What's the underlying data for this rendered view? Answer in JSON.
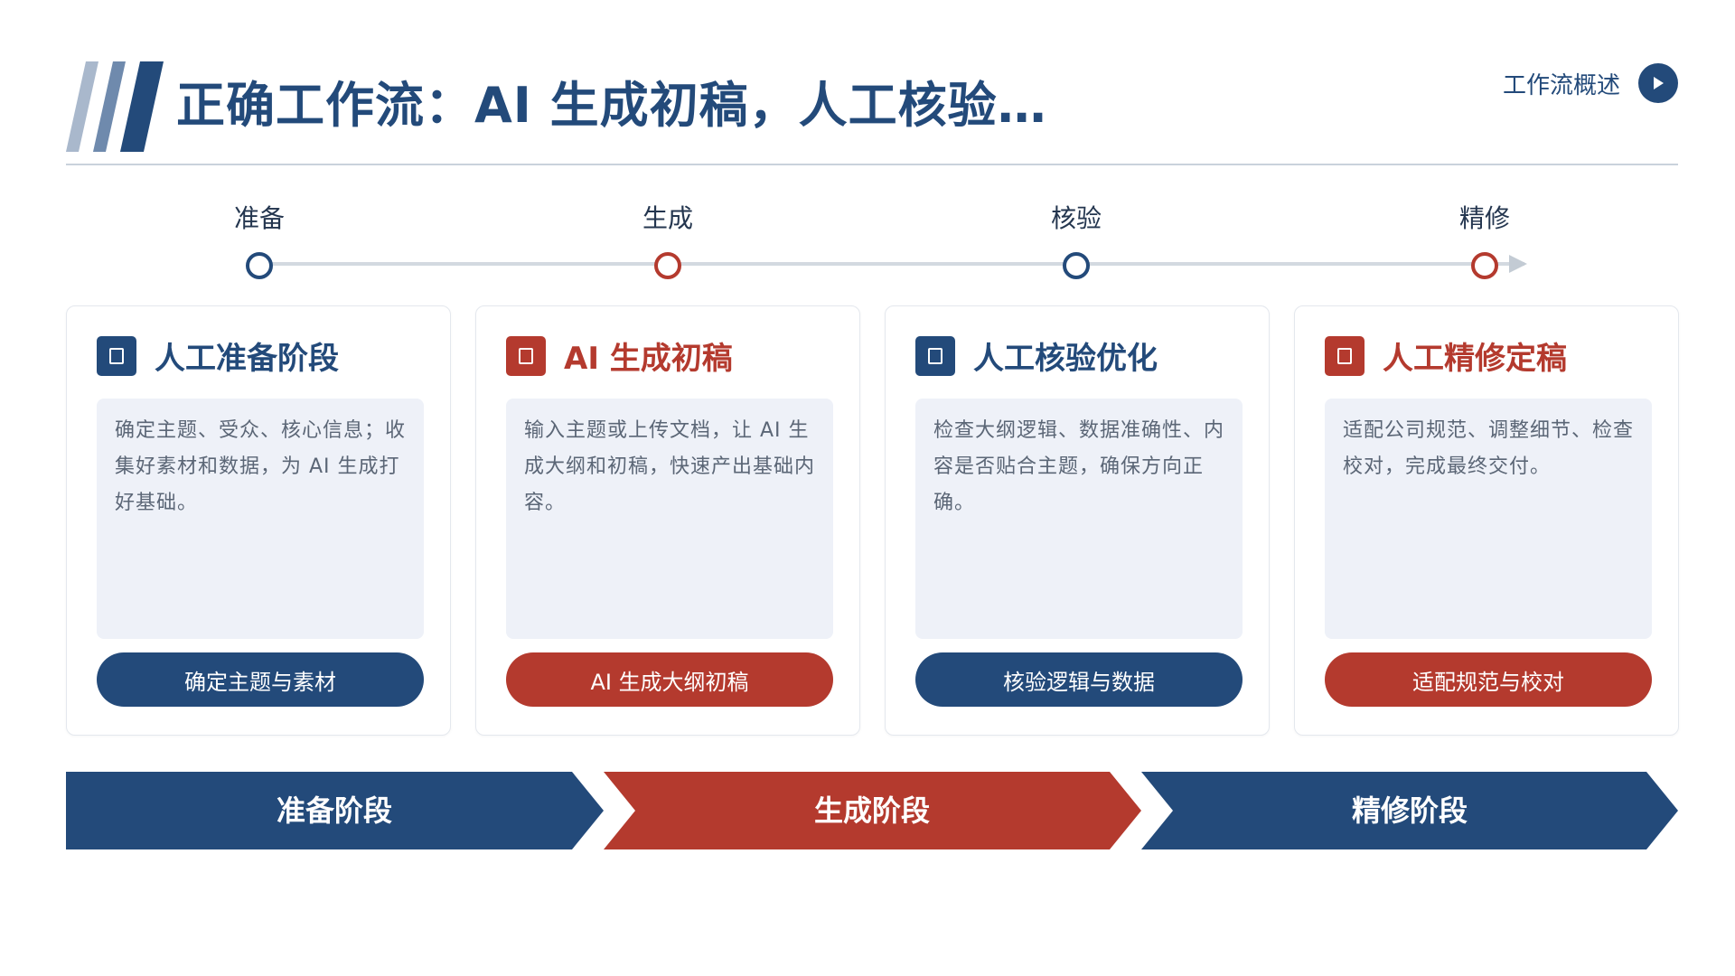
{
  "header": {
    "title": "正确工作流：AI 生成初稿，人工核验…",
    "nav_label": "工作流概述",
    "play_icon": "play-icon",
    "logo_colors": [
      "#a9b8cc",
      "#6f8aad",
      "#234a7a"
    ]
  },
  "colors": {
    "navy": "#234a7a",
    "red": "#b43a2e",
    "card_body_bg": "#eef1f8"
  },
  "timeline": {
    "steps": [
      {
        "label": "准备",
        "color": "navy"
      },
      {
        "label": "生成",
        "color": "red"
      },
      {
        "label": "核验",
        "color": "navy"
      },
      {
        "label": "精修",
        "color": "red"
      }
    ]
  },
  "cards": [
    {
      "title": "人工准备阶段",
      "color": "navy",
      "body": "确定主题、受众、核心信息；收集好素材和数据，为 AI 生成打好基础。",
      "button": "确定主题与素材"
    },
    {
      "title": "AI 生成初稿",
      "color": "red",
      "body": "输入主题或上传文档，让 AI 生成大纲和初稿，快速产出基础内容。",
      "button": "AI 生成大纲初稿"
    },
    {
      "title": "人工核验优化",
      "color": "navy",
      "body": "检查大纲逻辑、数据准确性、内容是否贴合主题，确保方向正确。",
      "button": "核验逻辑与数据"
    },
    {
      "title": "人工精修定稿",
      "color": "red",
      "body": "适配公司规范、调整细节、检查校对，完成最终交付。",
      "button": "适配规范与校对"
    }
  ],
  "phases": [
    {
      "label": "准备阶段",
      "color": "#234a7a"
    },
    {
      "label": "生成阶段",
      "color": "#b43a2e"
    },
    {
      "label": "精修阶段",
      "color": "#234a7a"
    }
  ]
}
